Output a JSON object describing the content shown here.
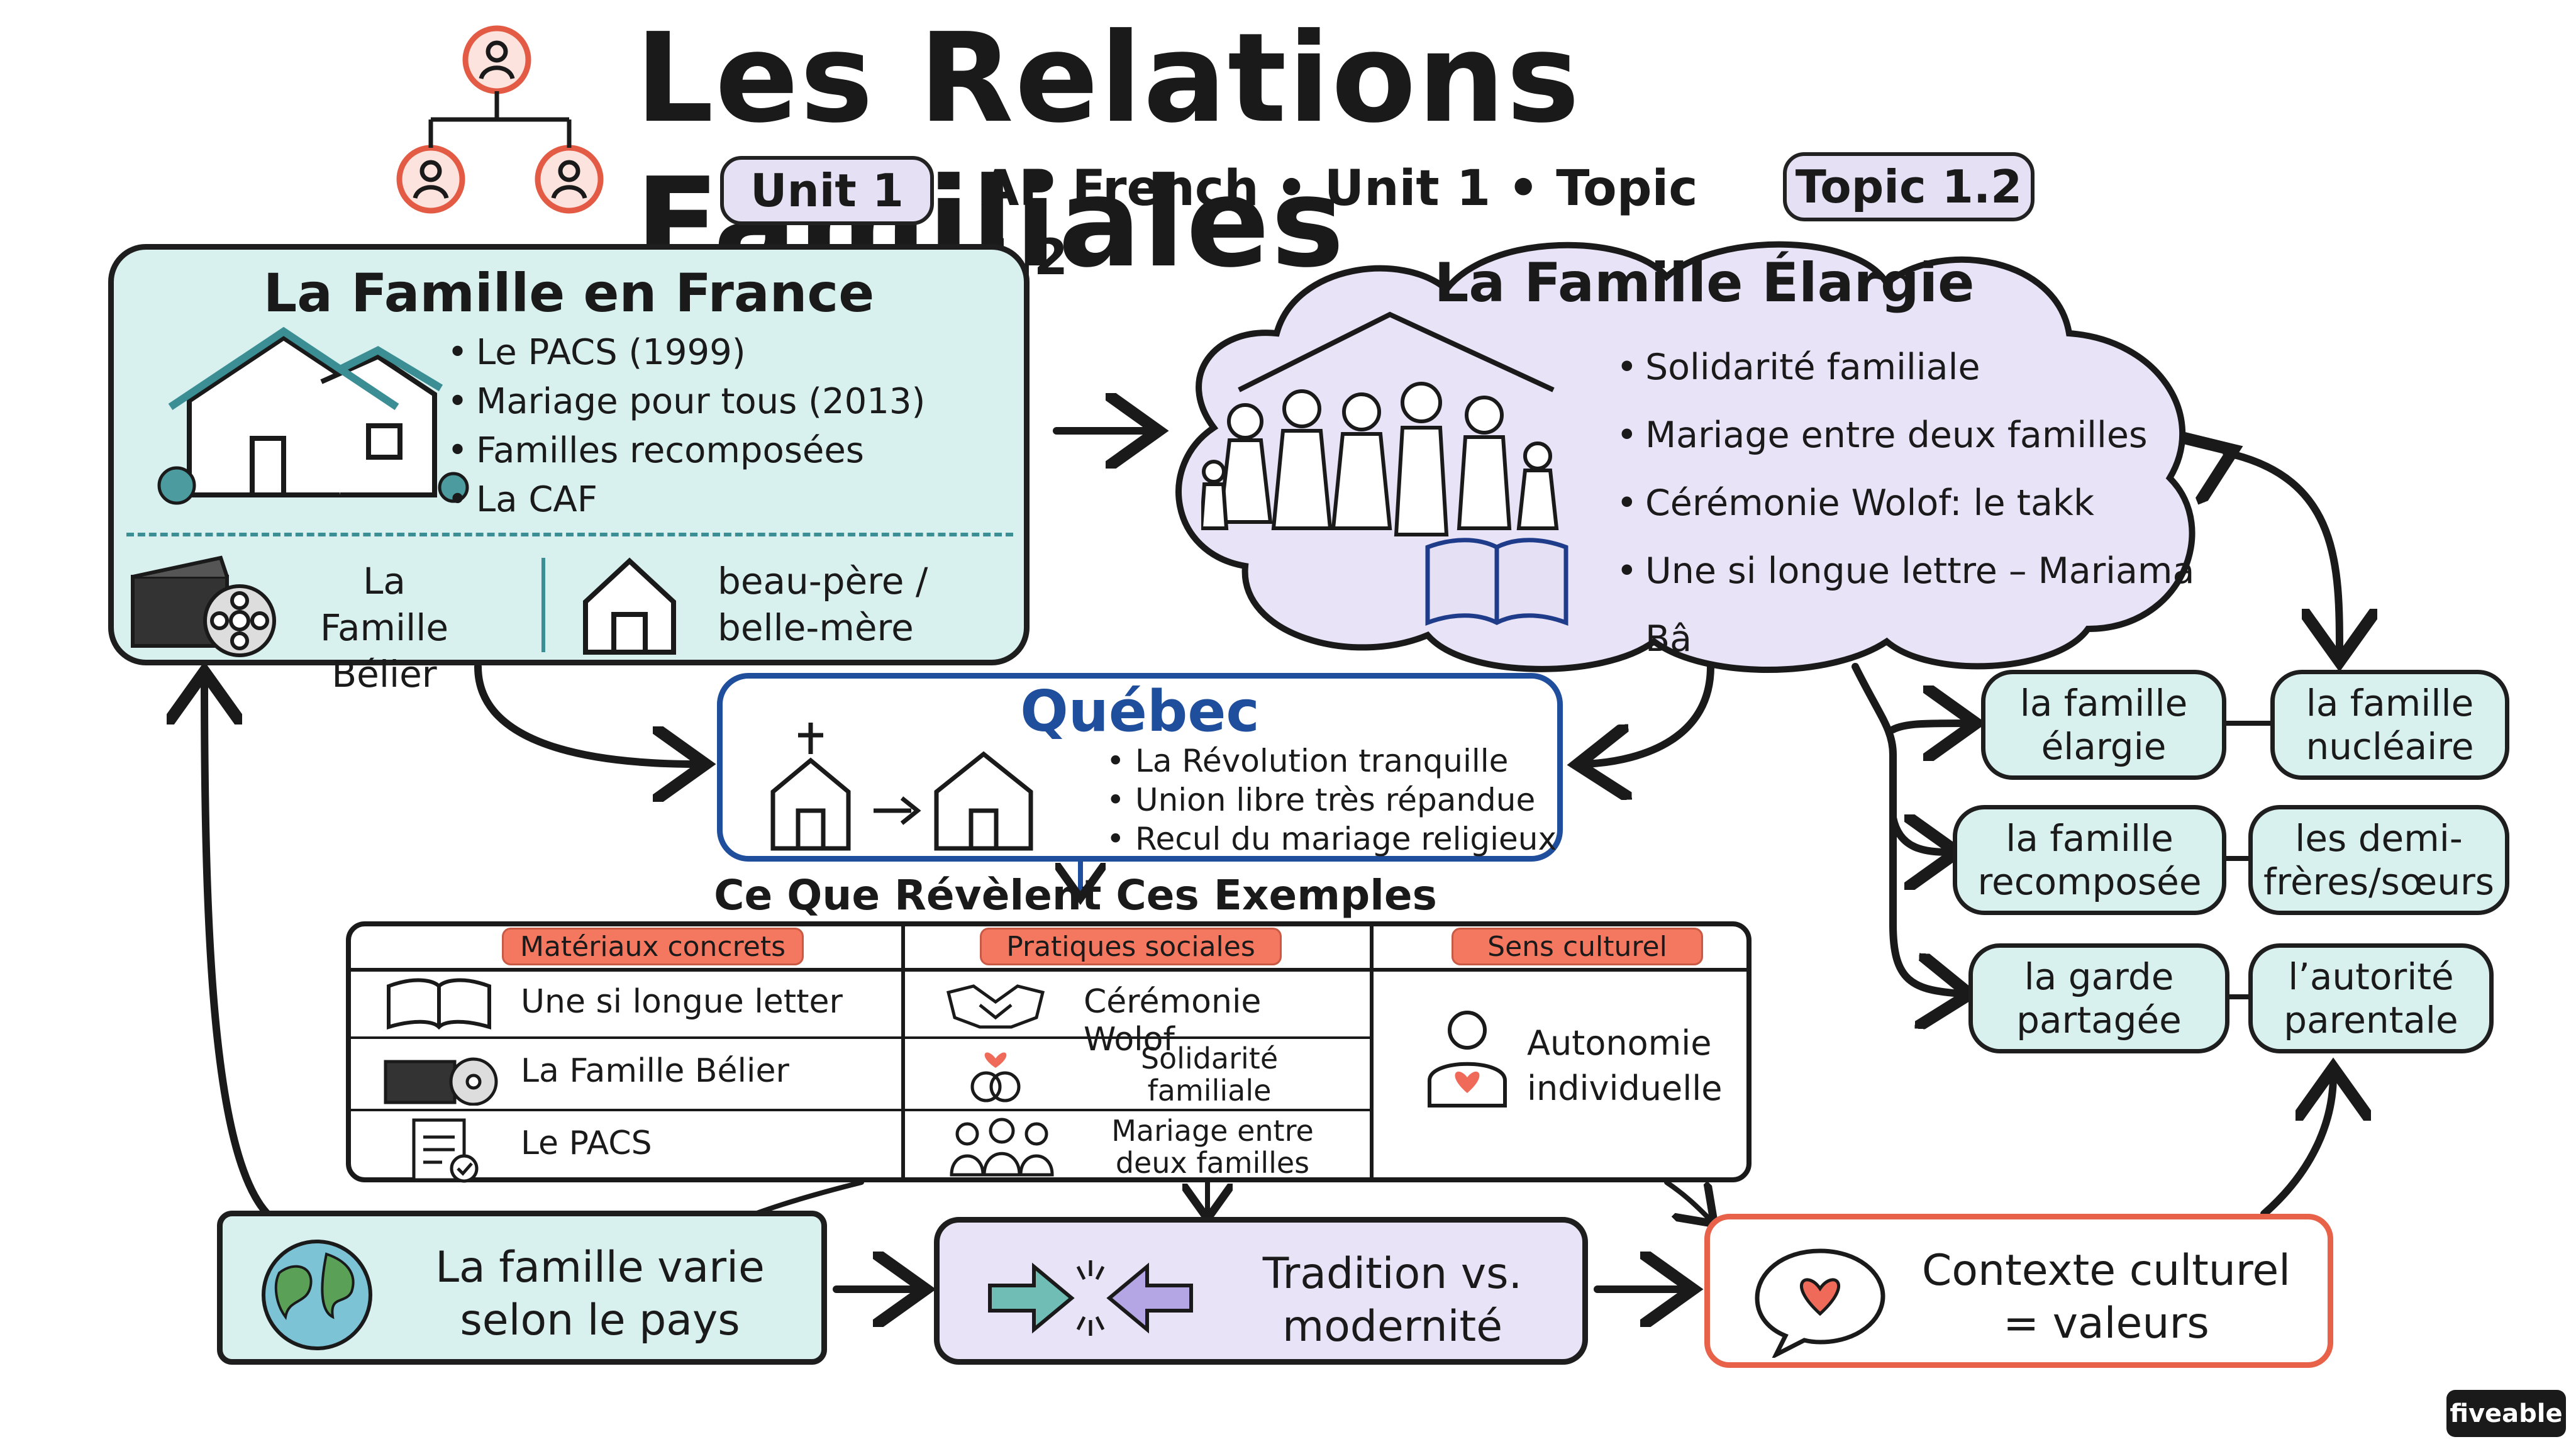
{
  "title": "Les Relations Familiales",
  "header": {
    "unit_pill": "Unit 1",
    "subtitle": "AP French • Unit 1 • Topic 1.2",
    "topic_pill": "Topic 1.2"
  },
  "france": {
    "title": "La Famille en France",
    "bullets": [
      "Le PACS (1999)",
      "Mariage pour tous (2013)",
      "Familles recomposées",
      "La CAF"
    ],
    "film_label": "La Famille Bélier",
    "step_label": "beau-père / belle-mère"
  },
  "elargie": {
    "title": "La Famille Élargie",
    "bullets": [
      "Solidarité familiale",
      "Mariage entre deux familles",
      "Cérémonie Wolof: le takk",
      "Une si longue lettre – Mariama Bâ"
    ]
  },
  "quebec": {
    "title": "Québec",
    "bullets": [
      "La Révolution tranquille",
      "Union libre très répandue",
      "Recul du mariage religieux"
    ]
  },
  "table": {
    "heading": "Ce Que Révèlent Ces Exemples",
    "headers": [
      "Matériaux concrets",
      "Pratiques sociales",
      "Sens culturel"
    ],
    "col1": [
      "Une si longue letter",
      "La Famille Bélier",
      "Le PACS"
    ],
    "col2": [
      "Cérémonie Wolof",
      "Solidarité familiale",
      "Mariage entre deux familles"
    ],
    "col3": "Autonomie individuelle"
  },
  "vocab": [
    [
      "la famille élargie",
      "la famille nucléaire"
    ],
    [
      "la famille recomposée",
      "les demi-frères/sœurs"
    ],
    [
      "la garde partagée",
      "l’autorité parentale"
    ]
  ],
  "bottom": {
    "varie": "La famille varie selon le pays",
    "tradition": "Tradition vs. modernité",
    "contexte": "Contexte culturel = valeurs"
  },
  "brand": "fiveable",
  "colors": {
    "teal": "#d8f0ee",
    "lavender": "#e8e3f6",
    "coral": "#f4775f",
    "blue": "#1f4e9c",
    "heart": "#f06a5a"
  }
}
